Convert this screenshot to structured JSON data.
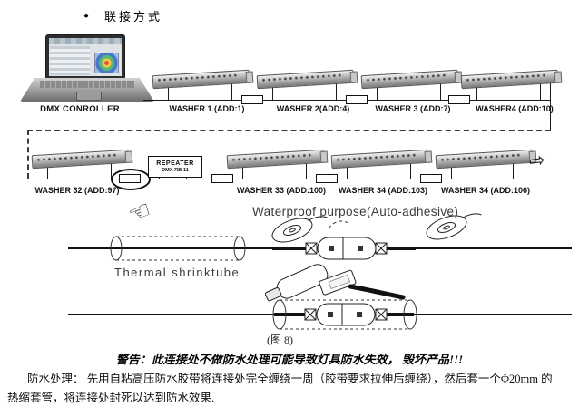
{
  "header": {
    "bullet": "●",
    "title": "联接方式"
  },
  "controller": {
    "label": "DMX CONROLLER"
  },
  "row1": {
    "washers": [
      {
        "label": "WASHER 1 (ADD:1)"
      },
      {
        "label": "WASHER 2(ADD:4)"
      },
      {
        "label": "WASHER 3 (ADD:7)"
      },
      {
        "label": "WASHER4 (ADD:10)"
      }
    ]
  },
  "row2": {
    "washers": [
      {
        "label": "WASHER 32 (ADD:97)"
      },
      {
        "label": "WASHER 33 (ADD:100)"
      },
      {
        "label": "WASHER 34 (ADD:103)"
      },
      {
        "label": "WASHER 34 (ADD:106)"
      }
    ],
    "repeater": {
      "name": "REPEATER",
      "model": "DMX-RB-11"
    },
    "arrow_icon": "⇨"
  },
  "waterproof": {
    "heading": "Waterproof purpose(Auto-adhesive)",
    "tube_label": "Thermal shrinktube",
    "figure_caption": "(图 8)",
    "hand_icon": "☞"
  },
  "warning": "警告：此连接处不做防水处理可能导致灯具防水失效，  毁坏产品!!!",
  "note": {
    "line1": "防水处理：  先用自粘高压防水胶带将连接处完全缠绕一周（胶带要求拉伸后缠绕），然后套一个Φ20mm 的",
    "line2": "热缩套管，将连接处封死以达到防水效果."
  },
  "colors": {
    "background": "#ffffff",
    "ink": "#111111",
    "bar_light": "#f2f2f2",
    "bar_dark": "#7a7a7a"
  }
}
